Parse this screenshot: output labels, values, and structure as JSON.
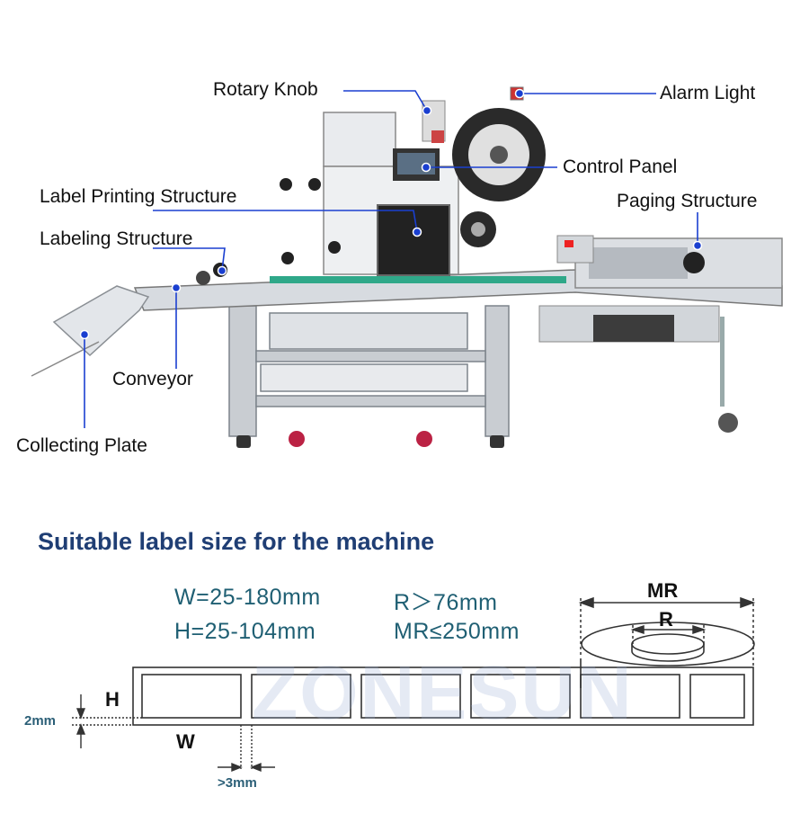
{
  "callouts": {
    "rotary_knob": "Rotary Knob",
    "alarm_light": "Alarm Light",
    "control_panel": "Control Panel",
    "label_printing": "Label Printing Structure",
    "paging": "Paging Structure",
    "labeling": "Labeling Structure",
    "conveyor": "Conveyor",
    "collecting_plate": "Collecting Plate"
  },
  "section_title": "Suitable label size for the machine",
  "specs": {
    "width": "W=25-180mm",
    "height": "H=25-104mm",
    "inner_radius": "R＞76mm",
    "max_radius": "MR≤250mm"
  },
  "dimensions": {
    "h": "H",
    "w": "W",
    "mr": "MR",
    "r": "R",
    "gap_vertical": "2mm",
    "gap_horizontal": ">3mm"
  },
  "watermark": "ZONESUN",
  "colors": {
    "callout_line": "#1a3fd0",
    "title": "#1f3e74",
    "spec_text": "#1f5f73"
  }
}
